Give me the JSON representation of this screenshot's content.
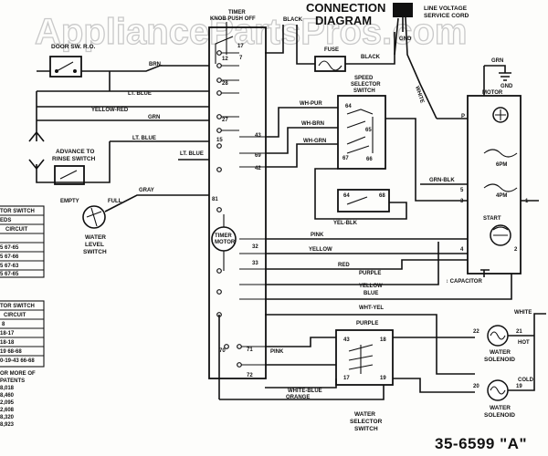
{
  "watermark": "AppliancePartsPros.com",
  "header": {
    "title_line1": "CONNECTION",
    "title_line2": "DIAGRAM",
    "line_voltage_1": "LINE VOLTAGE",
    "line_voltage_2": "SERVICE CORD"
  },
  "part_number": "35-6599 \"A\"",
  "timer": {
    "label_line1": "TIMER",
    "label_line2": "KNOB PUSH OFF",
    "motor_label_1": "TIMER",
    "motor_label_2": "MOTOR",
    "upper_terminals": [
      "17",
      "12",
      "7",
      "28",
      "27",
      "15",
      "81"
    ],
    "right_terminals": [
      "43",
      "69",
      "42",
      "32",
      "33",
      "71",
      "72",
      "70"
    ]
  },
  "left_components": {
    "door_switch": "DOOR SW. R.O.",
    "advance_1": "ADVANCE TO",
    "advance_2": "RINSE SWITCH",
    "empty": "EMPTY",
    "full": "FULL",
    "level_1": "WATER",
    "level_2": "LEVEL",
    "level_3": "SWITCH"
  },
  "cut_tables": {
    "top": [
      "TOR SWITCH",
      "EDS",
      "CIRCUIT",
      "5 67-65",
      "5 67-66",
      "5 67-63",
      "5 67-65"
    ],
    "bottom": [
      "TOR SWITCH",
      "CIRCUIT",
      "8",
      "18-17",
      "18-18",
      "19 68-68",
      "0-19-43 66-68",
      "OR MORE OF",
      "PATENTS",
      "8,018",
      "8,460",
      "2,095",
      "2,608",
      "8,320",
      "8,923"
    ]
  },
  "wires": {
    "brn": "BRN.",
    "lt_blue": "LT. BLUE",
    "yellow_red": "YELLOW-RED",
    "grn": "GRN",
    "lt_blue_2": "LT. BLUE",
    "lt_blue_3": "LT. BLUE",
    "gray": "GRAY",
    "black_1": "BLACK",
    "black_2": "BLACK",
    "wh_pur": "WH-PUR",
    "wh_brn": "WH-BRN",
    "wh_grn": "WH-GRN",
    "yel_blk": "YEL-BLK",
    "pink": "PINK",
    "yellow": "YELLOW",
    "red": "RED",
    "purple": "PURPLE",
    "yellow_2": "YELLOW",
    "blue": "BLUE",
    "wht_yel": "WHT-YEL",
    "purple_2": "PURPLE",
    "pink_2": "PINK",
    "white_blue": "WHITE-BLUE",
    "orange": "ORANGE",
    "white_v": "WHITE",
    "white": "WHITE",
    "grn_2": "GRN",
    "gnd": "GND",
    "grn_blk": "GRN-BLK"
  },
  "fuse": "FUSE",
  "speed_switch": {
    "label_1": "SPEED",
    "label_2": "SELECTOR",
    "label_3": "SWITCH",
    "terminals": [
      "64",
      "65",
      "67",
      "66"
    ],
    "lower_terminals": [
      "64",
      "68"
    ]
  },
  "motor": {
    "label": "MOTOR",
    "speed_low": "6PM",
    "speed_high": "4PM",
    "start": "START",
    "capacitor": "↕ CAPACITOR",
    "terminals": [
      "P",
      "5",
      "3",
      "1",
      "4",
      "2"
    ]
  },
  "water_selector": {
    "label_1": "WATER",
    "label_2": "SELECTOR",
    "label_3": "SWITCH",
    "terminals": [
      "43",
      "18",
      "17",
      "19"
    ]
  },
  "solenoids": {
    "hot": "HOT",
    "cold": "COLD",
    "hot_label_1": "WATER",
    "hot_label_2": "SOLENOID",
    "cold_label_1": "WATER",
    "cold_label_2": "SOLENOID",
    "terminals": [
      "22",
      "21",
      "20",
      "19"
    ]
  }
}
